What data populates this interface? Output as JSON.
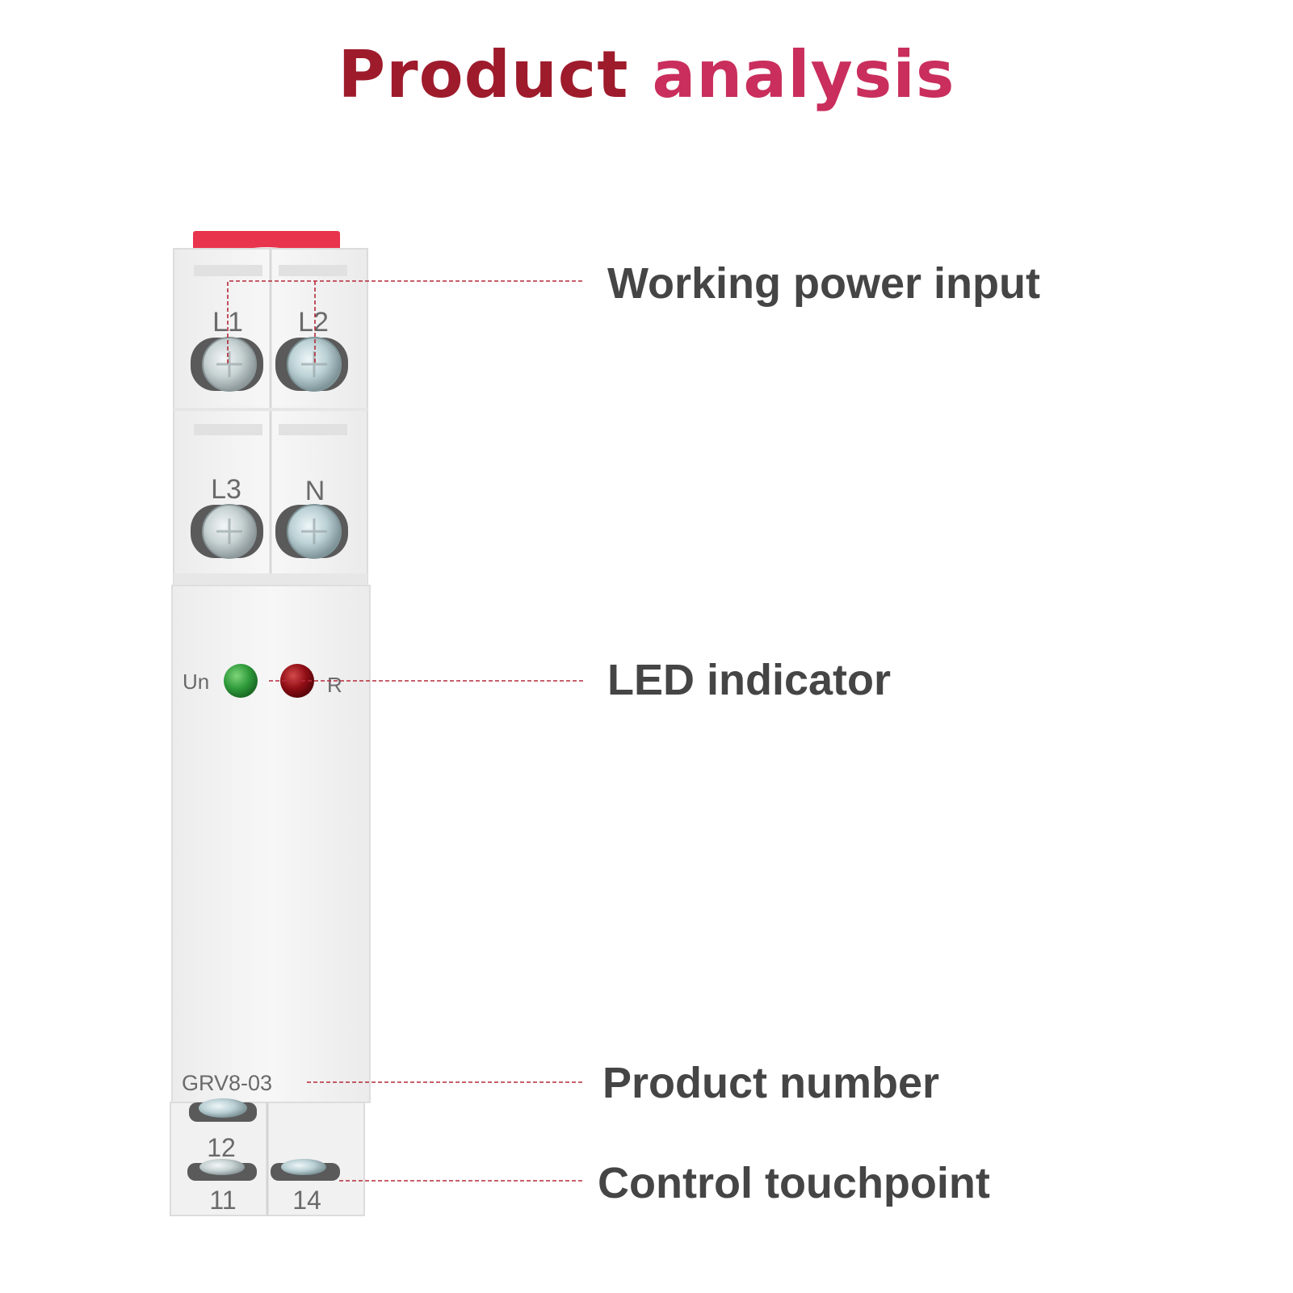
{
  "title": {
    "word1": "Product",
    "word2": "analysis"
  },
  "callouts": {
    "working_power_input": "Working power input",
    "led_indicator": "LED indicator",
    "product_number": "Product number",
    "control_touchpoint": "Control touchpoint"
  },
  "device": {
    "terminals_top": [
      "L1",
      "L2",
      "L3",
      "N"
    ],
    "led_labels": [
      "Un",
      "R"
    ],
    "model": "GRV8-03",
    "terminals_bottom": [
      "12",
      "11",
      "14"
    ],
    "led_colors": {
      "un": "#2e9a3a",
      "r": "#8f0d15"
    },
    "cap_color": "#e8344c",
    "leader_color": "#b52a3a"
  }
}
